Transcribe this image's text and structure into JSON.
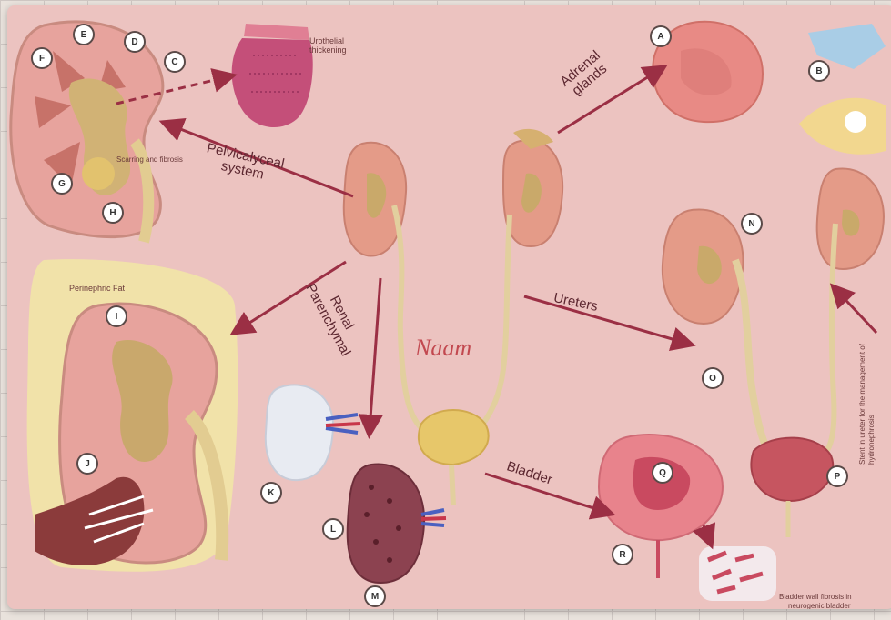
{
  "labels": {
    "urothelial": "Urothelial thickening",
    "pelvicalyceal": "Pelvicalyceal system",
    "adrenal": "Adrenal glands",
    "renal_parenchymal": "Renal Parenchymal",
    "ureters": "Ureters",
    "bladder": "Bladder",
    "perinephric": "Perinephric Fat",
    "stent": "Stent in ureter for the management of hydronephrosis",
    "bladder_wall": "Bladder wall fibrosis in",
    "bladder_wall_2": "neurogenic bladder",
    "scarring": "Scarring and fibrosis",
    "signature": "Naam"
  },
  "badges": {
    "A": "A",
    "B": "B",
    "C": "C",
    "D": "D",
    "E": "E",
    "F": "F",
    "G": "G",
    "H": "H",
    "I": "I",
    "J": "J",
    "K": "K",
    "L": "L",
    "M": "M",
    "N": "N",
    "O": "O",
    "P": "P",
    "Q": "Q",
    "R": "R"
  },
  "colors": {
    "background": "#ecc3c0",
    "arrow": "#9b2f44",
    "text": "#5c2730",
    "kidney_cortex": "#e8a7a0",
    "medulla": "#c97a73",
    "pelvis": "#c9a86c",
    "fat": "#f2e6a6",
    "ureter": "#e1cf9c",
    "bladder_urine": "#e8c86a"
  }
}
